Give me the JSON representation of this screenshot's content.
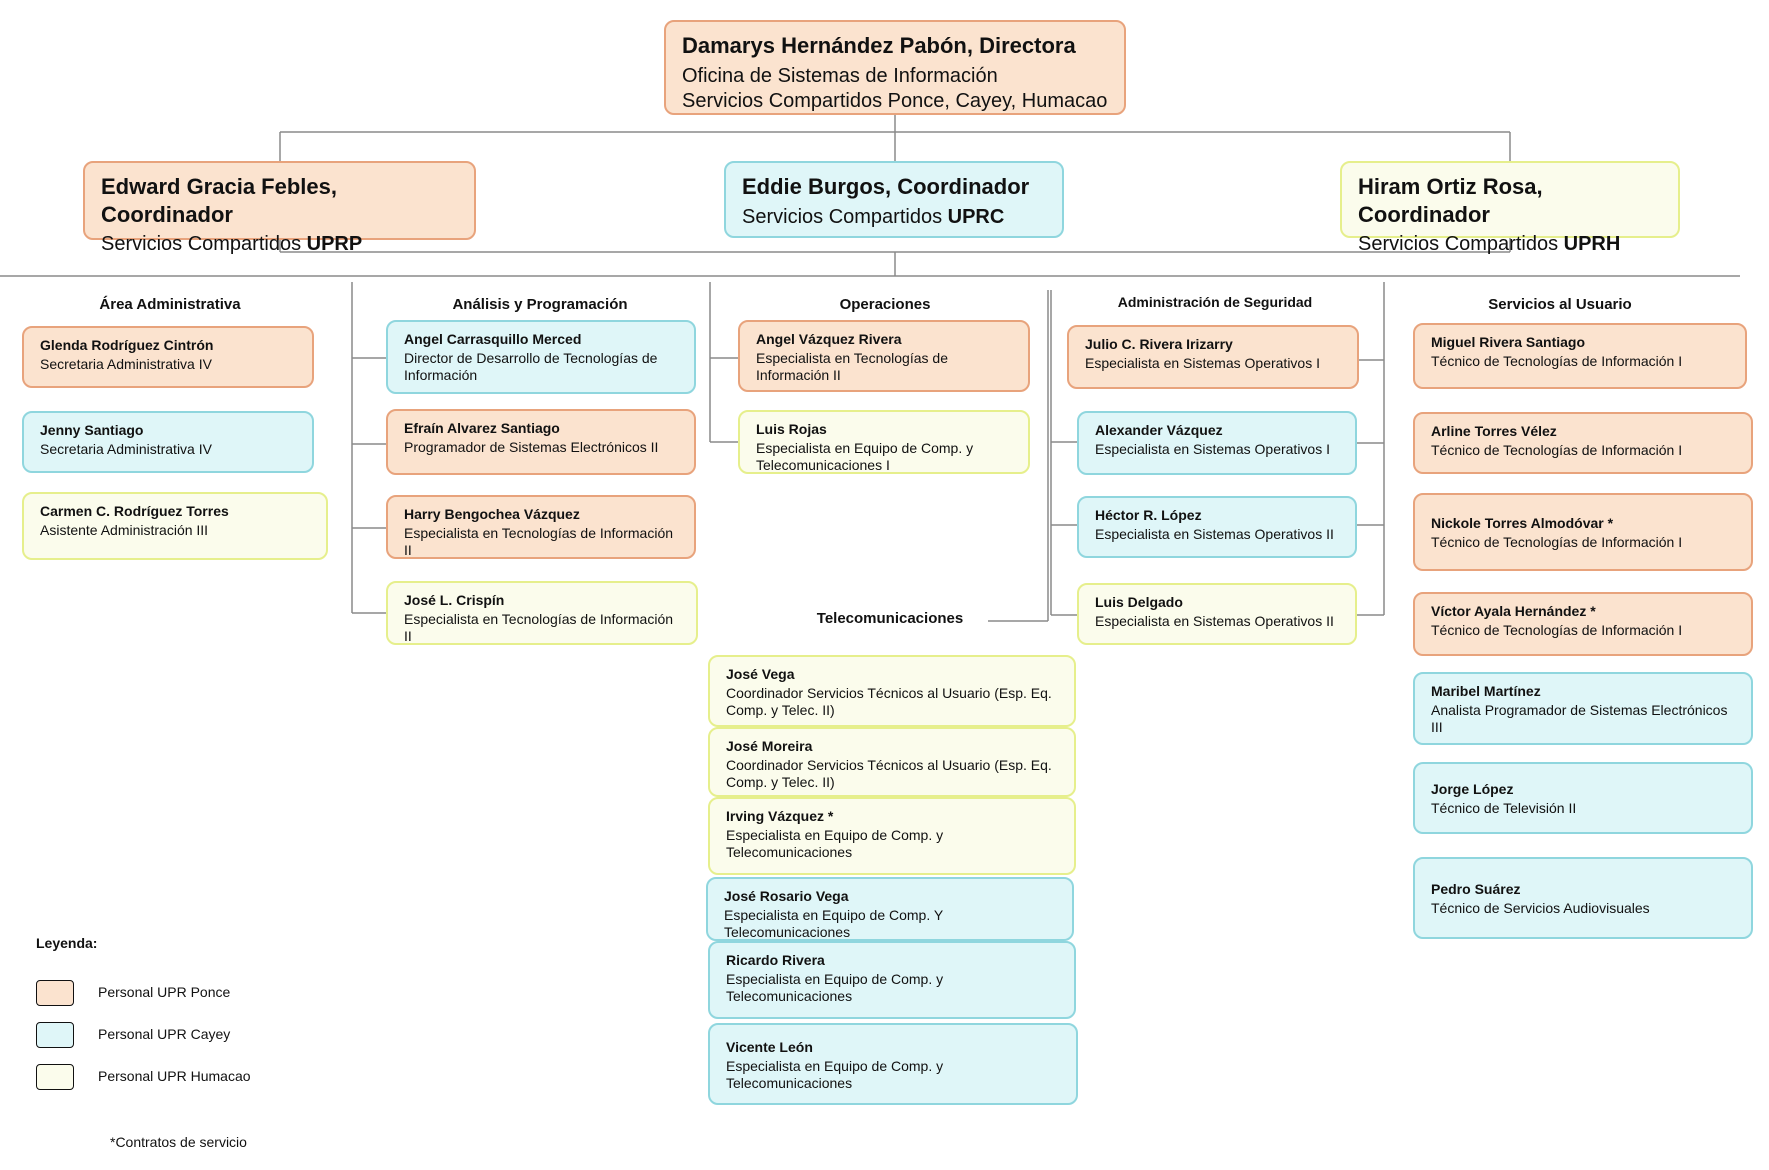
{
  "director": {
    "name": "Damarys Hernández Pabón, Directora",
    "line1": "Oficina de Sistemas de Información",
    "line2": "Servicios Compartidos Ponce, Cayey, Humacao"
  },
  "coordinators": [
    {
      "name": "Edward Gracia Febles, Coordinador",
      "line": "Servicios Compartidos ",
      "campus": "UPRP"
    },
    {
      "name": "Eddie Burgos, Coordinador",
      "line": "Servicios Compartidos ",
      "campus": "UPRC"
    },
    {
      "name": "Hiram Ortiz Rosa, Coordinador",
      "line": "Servicios Compartidos ",
      "campus": "UPRH"
    }
  ],
  "sections": {
    "admin": "Área Administrativa",
    "analisis": "Análisis y Programación",
    "operaciones": "Operaciones",
    "seguridad": "Administración de Seguridad",
    "usuario": "Servicios al Usuario",
    "telecom": "Telecomunicaciones"
  },
  "people": {
    "admin": [
      {
        "name": "Glenda Rodríguez Cintrón",
        "title": "Secretaria Administrativa IV"
      },
      {
        "name": "Jenny Santiago",
        "title": "Secretaria Administrativa IV"
      },
      {
        "name": "Carmen C. Rodríguez Torres",
        "title": "Asistente  Administración III"
      }
    ],
    "analisis": [
      {
        "name": "Angel Carrasquillo Merced",
        "title": "Director de Desarrollo de Tecnologías de Información"
      },
      {
        "name": "Efraín Alvarez Santiago",
        "title": "Programador de Sistemas Electrónicos II"
      },
      {
        "name": "Harry Bengochea Vázquez",
        "title": "Especialista en Tecnologías de Información II"
      },
      {
        "name": "José L. Crispín",
        "title": "Especialista en Tecnologías de Información II"
      }
    ],
    "operaciones": [
      {
        "name": "Angel Vázquez Rivera",
        "title": "Especialista en Tecnologías de Información II"
      },
      {
        "name": "Luis Rojas",
        "title": "Especialista en Equipo de Comp. y Telecomunicaciones I"
      }
    ],
    "seguridad": [
      {
        "name": "Julio C. Rivera Irizarry",
        "title": "Especialista en Sistemas Operativos I"
      },
      {
        "name": "Alexander Vázquez",
        "title": "Especialista en Sistemas Operativos I"
      },
      {
        "name": "Héctor R. López",
        "title": "Especialista en Sistemas Operativos II"
      },
      {
        "name": "Luis Delgado",
        "title": "Especialista en Sistemas Operativos II"
      }
    ],
    "usuario": [
      {
        "name": "Miguel Rivera Santiago",
        "title": "Técnico de Tecnologías de Información I"
      },
      {
        "name": "Arline Torres Vélez",
        "title": "Técnico de Tecnologías de Información I"
      },
      {
        "name": "Nickole Torres Almodóvar *",
        "title": "Técnico de Tecnologías de Información I"
      },
      {
        "name": "Víctor Ayala Hernández *",
        "title": "Técnico de Tecnologías de Información I"
      },
      {
        "name": "Maribel Martínez",
        "title": "Analista Programador de Sistemas Electrónicos III"
      },
      {
        "name": "Jorge López",
        "title": "Técnico de Televisión II"
      },
      {
        "name": "Pedro Suárez",
        "title": "Técnico de Servicios Audiovisuales"
      }
    ],
    "telecom": [
      {
        "name": "José Vega",
        "title": "Coordinador Servicios Técnicos  al Usuario (Esp. Eq. Comp. y Telec. II)"
      },
      {
        "name": "José Moreira",
        "title": "Coordinador Servicios Técnicos al Usuario (Esp. Eq. Comp. y Telec. II)"
      },
      {
        "name": "Irving Vázquez *",
        "title": "Especialista en Equipo de Comp. y Telecomunicaciones"
      },
      {
        "name": "José Rosario Vega",
        "title": "Especialista en Equipo de Comp. Y Telecomunicaciones"
      },
      {
        "name": "Ricardo Rivera",
        "title": "Especialista en Equipo de Comp. y Telecomunicaciones"
      },
      {
        "name": "Vicente León",
        "title": "Especialista en Equipo de Comp. y Telecomunicaciones"
      }
    ]
  },
  "legend": {
    "title": "Leyenda:",
    "items": [
      {
        "label": "Personal UPR Ponce",
        "color": "#fbe3cf"
      },
      {
        "label": "Personal UPR Cayey",
        "color": "#dff6f8"
      },
      {
        "label": "Personal UPR Humacao",
        "color": "#fbfcec"
      }
    ],
    "note": "*Contratos de servicio"
  },
  "colors": {
    "ponce_border": "#e8a37c",
    "cayey_border": "#8fd6de",
    "humacao_border": "#e6ef8c",
    "line": "#8a8a8a"
  }
}
